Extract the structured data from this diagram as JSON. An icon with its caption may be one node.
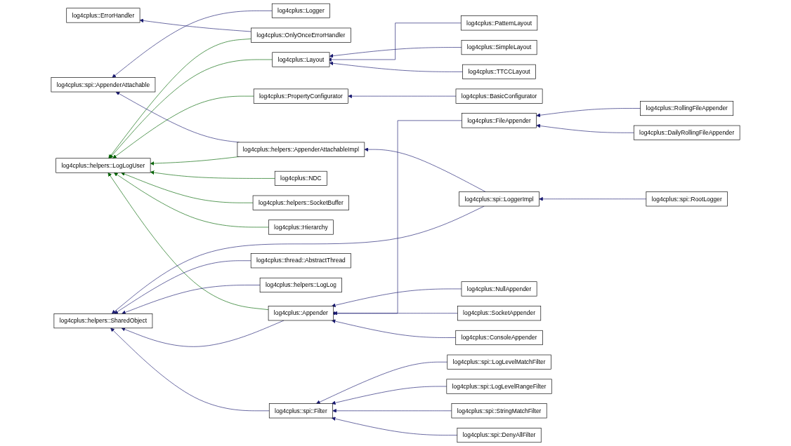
{
  "diagram": {
    "nodes": [
      {
        "text": [
          "log4cplus::spi::AppenderAttachable"
        ]
      },
      {
        "text": [
          "log4cplus::ErrorHandler"
        ]
      },
      {
        "text": [
          "log4cplus::helpers::LogLogUser"
        ]
      },
      {
        "text": [
          "log4cplus::helpers::SharedObject"
        ]
      },
      {
        "text": [
          "log4cplus::Logger"
        ]
      },
      {
        "text": [
          "log4cplus::OnlyOnceErrorHandler"
        ]
      },
      {
        "text": [
          "log4cplus::Layout"
        ]
      },
      {
        "text": [
          "log4cplus::helpers::AppenderAttachableImpl"
        ]
      },
      {
        "text": [
          "log4cplus::PropertyConfigurator"
        ]
      },
      {
        "text": [
          "log4cplus::NDC"
        ]
      },
      {
        "text": [
          "log4cplus::helpers::SocketBuffer"
        ]
      },
      {
        "text": [
          "log4cplus::Hierarchy"
        ]
      },
      {
        "text": [
          "log4cplus::Appender"
        ]
      },
      {
        "text": [
          "log4cplus::thread::AbstractThread"
        ]
      },
      {
        "text": [
          "log4cplus::helpers::LogLog"
        ]
      },
      {
        "text": [
          "log4cplus::spi::Filter"
        ]
      },
      {
        "text": [
          "log4cplus::PatternLayout"
        ]
      },
      {
        "text": [
          "log4cplus::SimpleLayout"
        ]
      },
      {
        "text": [
          "log4cplus::TTCCLayout"
        ]
      },
      {
        "text": [
          "log4cplus::BasicConfigurator"
        ]
      },
      {
        "text": [
          "log4cplus::spi::LoggerImpl"
        ]
      },
      {
        "text": [
          "log4cplus::spi::RootLogger"
        ]
      },
      {
        "text": [
          "log4cplus::FileAppender"
        ]
      },
      {
        "text": [
          "log4cplus::RollingFileAppender"
        ]
      },
      {
        "text": [
          "log4cplus::DailyRollingFileAppender"
        ]
      },
      {
        "text": [
          "log4cplus::NullAppender"
        ]
      },
      {
        "text": [
          "log4cplus::SocketAppender"
        ]
      },
      {
        "text": [
          "log4cplus::ConsoleAppender"
        ]
      },
      {
        "text": [
          "log4cplus::spi::LogLevelMatchFilter"
        ]
      },
      {
        "text": [
          "log4cplus::spi::LogLevelRangeFilter"
        ]
      },
      {
        "text": [
          "log4cplus::spi::StringMatchFilter"
        ]
      },
      {
        "text": [
          "log4cplus::spi::DenyAllFilter"
        ]
      }
    ],
    "edges": [
      {
        "from": 4,
        "to": 0,
        "arrow": "to"
      },
      {
        "from": 5,
        "to": 1,
        "arrow": "to"
      },
      {
        "from": 5,
        "to": 2,
        "arrow": "to",
        "color": "#006400"
      },
      {
        "from": 6,
        "to": 2,
        "arrow": "to",
        "color": "#006400"
      },
      {
        "from": 7,
        "to": 0,
        "arrow": "to"
      },
      {
        "from": 7,
        "to": 2,
        "arrow": "to",
        "color": "#006400"
      },
      {
        "from": 8,
        "to": 2,
        "arrow": "to",
        "color": "#006400"
      },
      {
        "from": 9,
        "to": 2,
        "arrow": "to",
        "color": "#006400"
      },
      {
        "from": 10,
        "to": 2,
        "arrow": "to",
        "color": "#006400"
      },
      {
        "from": 11,
        "to": 2,
        "arrow": "to",
        "color": "#006400"
      },
      {
        "from": 12,
        "to": 2,
        "arrow": "to",
        "color": "#006400"
      },
      {
        "from": 12,
        "to": 3,
        "arrow": "to"
      },
      {
        "from": 13,
        "to": 3,
        "arrow": "to"
      },
      {
        "from": 14,
        "to": 3,
        "arrow": "to"
      },
      {
        "from": 15,
        "to": 3,
        "arrow": "to"
      },
      {
        "from": 16,
        "to": 6,
        "arrow": "to"
      },
      {
        "from": 17,
        "to": 6,
        "arrow": "to"
      },
      {
        "from": 18,
        "to": 6,
        "arrow": "to"
      },
      {
        "from": 19,
        "to": 8,
        "arrow": "to"
      },
      {
        "from": 20,
        "to": 7,
        "arrow": "to"
      },
      {
        "from": 20,
        "to": 3,
        "arrow": "to"
      },
      {
        "from": 21,
        "to": 20,
        "arrow": "to"
      },
      {
        "from": 22,
        "to": 12,
        "arrow": "to"
      },
      {
        "from": 23,
        "to": 22,
        "arrow": "to"
      },
      {
        "from": 24,
        "to": 22,
        "arrow": "to"
      },
      {
        "from": 25,
        "to": 12,
        "arrow": "to"
      },
      {
        "from": 26,
        "to": 12,
        "arrow": "to"
      },
      {
        "from": 27,
        "to": 12,
        "arrow": "to"
      },
      {
        "from": 28,
        "to": 15,
        "arrow": "to"
      },
      {
        "from": 29,
        "to": 15,
        "arrow": "to"
      },
      {
        "from": 30,
        "to": 15,
        "arrow": "to"
      },
      {
        "from": 31,
        "to": 15,
        "arrow": "to"
      }
    ]
  }
}
